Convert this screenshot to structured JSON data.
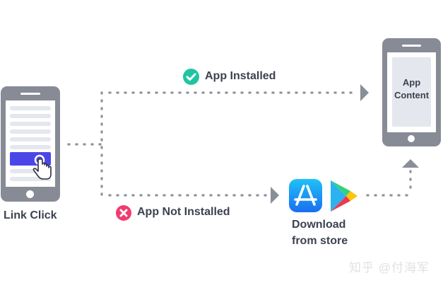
{
  "diagram": {
    "nodes": {
      "source_phone": {
        "label": "Link Click"
      },
      "target_phone": {
        "screen_text_line1": "App",
        "screen_text_line2": "Content"
      },
      "store": {
        "label_line1": "Download",
        "label_line2": "from store",
        "icons": [
          "app-store-icon",
          "google-play-icon"
        ]
      }
    },
    "edges": {
      "installed": {
        "label": "App Installed",
        "status_icon": "check-circle-icon",
        "color": "#1fc5a0"
      },
      "not_installed": {
        "label": "App Not Installed",
        "status_icon": "x-circle-icon",
        "color": "#f23b70"
      }
    },
    "colors": {
      "phone": "#878b96",
      "button": "#4b46e8",
      "dots": "#8a8e99",
      "text": "#3d4250"
    }
  },
  "watermark": "知乎 @付海军"
}
